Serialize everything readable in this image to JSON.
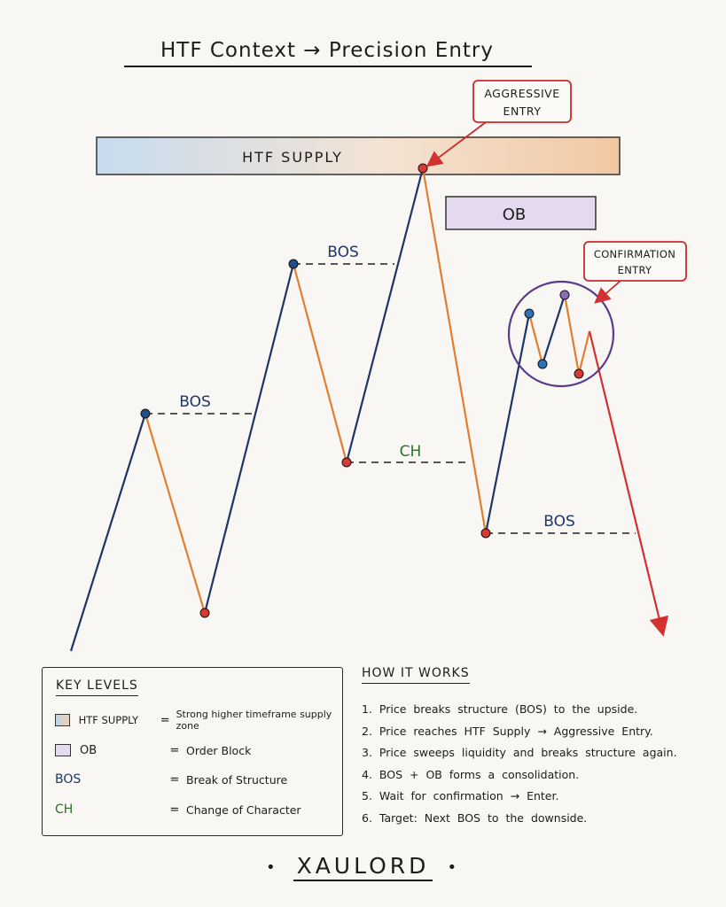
{
  "title": "HTF Context → Precision Entry",
  "diagram": {
    "zones": {
      "htf_supply": "HTF SUPPLY",
      "ob": "OB"
    },
    "structure_labels": {
      "bos_1": "BOS",
      "bos_2": "BOS",
      "ch": "CH",
      "bos_3": "BOS"
    },
    "callouts": {
      "aggressive_entry": [
        "AGGRESSIVE",
        "ENTRY"
      ],
      "confirmation_entry": [
        "CONFIRMATION",
        "ENTRY"
      ]
    },
    "colors": {
      "up_leg": "#1f3566",
      "down_leg": "#e27e2d",
      "swing_high_dot": "#1f4f86",
      "swing_low_dot": "#d63a32",
      "bos_text": "#1f3566",
      "ch_text": "#2f6f2c",
      "callout_border": "#c92b2b",
      "arrow": "#d33030",
      "circle": "#5a3a8a"
    }
  },
  "key_levels": {
    "title": "KEY LEVELS",
    "items": [
      {
        "key": "HTF SUPPLY",
        "eq": "=",
        "desc": "Strong higher timeframe supply zone"
      },
      {
        "key": "OB",
        "eq": "=",
        "desc": "Order Block"
      },
      {
        "key": "BOS",
        "eq": "=",
        "desc": "Break of Structure"
      },
      {
        "key": "CH",
        "eq": "=",
        "desc": "Change of Character"
      }
    ]
  },
  "how_it_works": {
    "title": "HOW IT WORKS",
    "steps": [
      "1. Price breaks structure (BOS) to the upside.",
      "2. Price reaches HTF Supply → Aggressive Entry.",
      "3. Price sweeps liquidity and breaks structure again.",
      "4. BOS + OB forms a consolidation.",
      "5. Wait for confirmation → Enter.",
      "6. Target: Next BOS to the downside."
    ]
  },
  "footer": {
    "brand": "XAULORD",
    "dot": "•"
  }
}
